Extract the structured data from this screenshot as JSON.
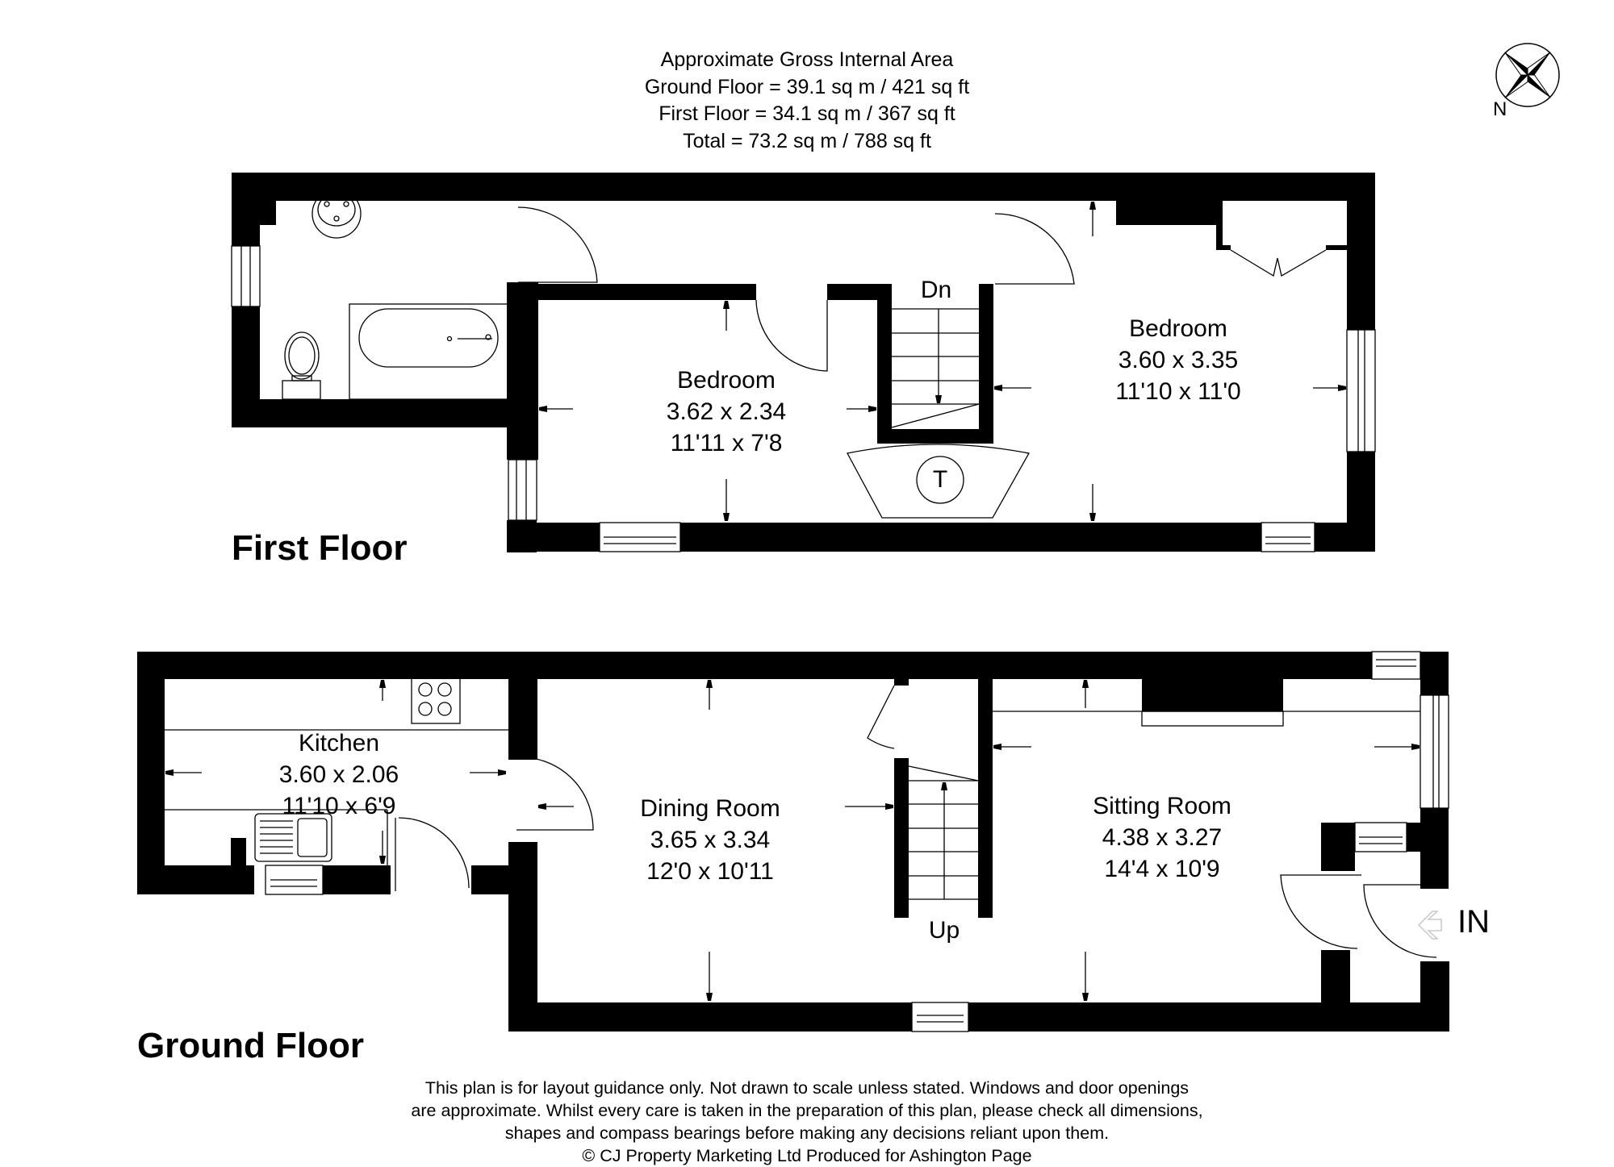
{
  "area_summary": {
    "heading": "Approximate Gross Internal Area",
    "ground_floor": "Ground Floor = 39.1 sq m / 421 sq ft",
    "first_floor": "First Floor = 34.1 sq m / 367 sq ft",
    "total": "Total = 73.2 sq m / 788 sq ft"
  },
  "compass": {
    "icon": "compass-rose-icon",
    "label": "N"
  },
  "first_floor": {
    "title": "First Floor",
    "rooms": [
      {
        "name": "Bedroom",
        "metric": "3.62 x 2.34",
        "imperial": "11'11 x 7'8"
      },
      {
        "name": "Bedroom",
        "metric": "3.60 x 3.35",
        "imperial": "11'10 x 11'0"
      }
    ],
    "stairs_label": "Dn",
    "tank_label": "T",
    "fixtures": [
      "washbasin-icon",
      "toilet-icon",
      "bathtub-icon",
      "wardrobe-icon"
    ]
  },
  "ground_floor": {
    "title": "Ground Floor",
    "rooms": [
      {
        "name": "Kitchen",
        "metric": "3.60 x 2.06",
        "imperial": "11'10 x 6'9"
      },
      {
        "name": "Dining Room",
        "metric": "3.65 x 3.34",
        "imperial": "12'0 x 10'11"
      },
      {
        "name": "Sitting Room",
        "metric": "4.38 x 3.27",
        "imperial": "14'4 x 10'9"
      }
    ],
    "stairs_label": "Up",
    "entrance_label": "IN",
    "fixtures": [
      "hob-icon",
      "sink-icon",
      "fireplace-icon"
    ]
  },
  "disclaimer": {
    "line1": "This plan is for layout guidance only. Not drawn to scale unless stated. Windows and door openings",
    "line2": "are approximate. Whilst every care is taken in the preparation of this plan, please check all dimensions,",
    "line3": "shapes and compass bearings before making any decisions reliant upon them.",
    "line4": "© CJ Property Marketing Ltd Produced for Ashington Page"
  },
  "colors": {
    "wall": "#000000",
    "background": "#ffffff",
    "entrance_arrow": "#cccccc"
  }
}
